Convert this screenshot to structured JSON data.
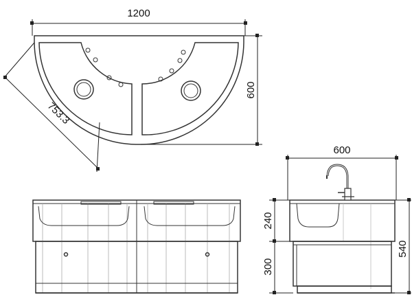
{
  "dimensions": {
    "top_width": "1200",
    "top_depth": "600",
    "diagonal": "753.3",
    "side_width": "600",
    "sink_height": "240",
    "cabinet_height": "300",
    "total_height": "540"
  },
  "colors": {
    "line": "#333333",
    "sink_fill": "#ffffff",
    "background": "#ffffff"
  }
}
